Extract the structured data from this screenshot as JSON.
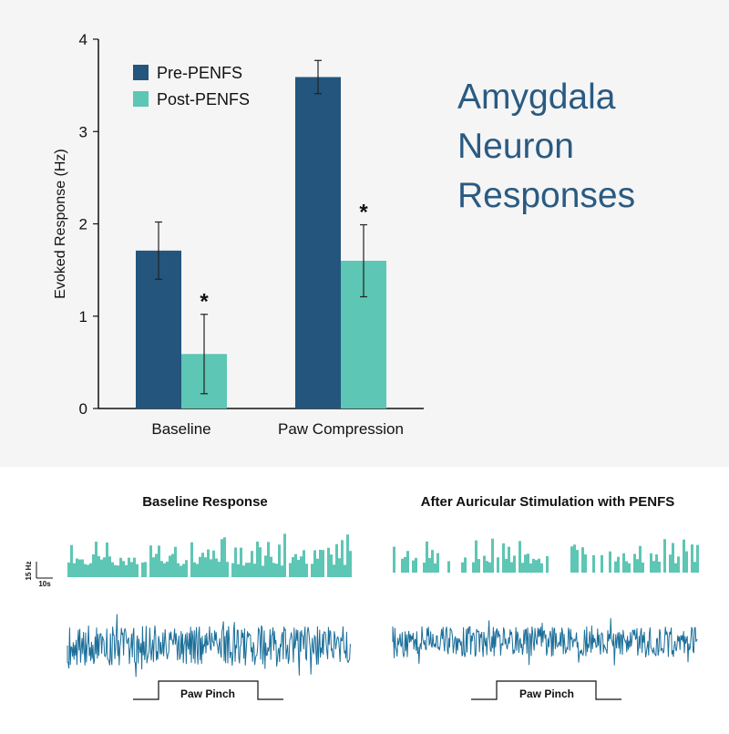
{
  "headline": [
    "Amygdala",
    "Neuron",
    "Responses"
  ],
  "colors": {
    "pre": "#24557c",
    "post": "#5dc6b4",
    "trace": "#1c6f9a",
    "axis": "#111111",
    "headline": "#2a5a82"
  },
  "chart_data": [
    {
      "type": "bar",
      "categories": [
        "Baseline",
        "Paw Compression"
      ],
      "ylabel": "Evoked Response (Hz)",
      "xlabel": "",
      "ylim": [
        0,
        4
      ],
      "yticks": [
        0,
        1,
        2,
        3,
        4
      ],
      "legend_position": "top-left",
      "series": [
        {
          "name": "Pre-PENFS",
          "color": "#24557c",
          "values": [
            1.71,
            3.59
          ],
          "errors": [
            0.31,
            0.18
          ],
          "markers": [
            "",
            ""
          ]
        },
        {
          "name": "Post-PENFS",
          "color": "#5dc6b4",
          "values": [
            0.59,
            1.6
          ],
          "errors": [
            0.43,
            0.39
          ],
          "markers": [
            "*",
            "*"
          ]
        }
      ]
    }
  ],
  "traces": {
    "scale_y_label": "15 Hz",
    "scale_x_label": "10s",
    "panels": [
      {
        "title": "Baseline Response",
        "stimulus_label": "Paw Pinch"
      },
      {
        "title": "After Auricular Stimulation with PENFS",
        "stimulus_label": "Paw Pinch"
      }
    ]
  }
}
